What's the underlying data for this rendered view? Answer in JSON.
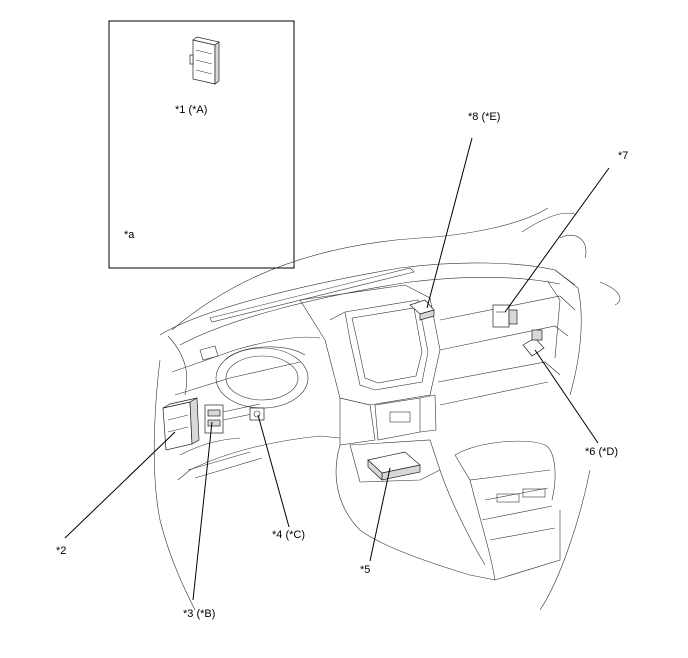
{
  "diagram": {
    "callouts": {
      "c1": "*1 (*A)",
      "ca": "*a",
      "c8": "*8 (*E)",
      "c7": "*7",
      "c6": "*6 (*D)",
      "c2": "*2",
      "c4": "*4 (*C)",
      "c5": "*5",
      "c3": "*3 (*B)"
    }
  }
}
